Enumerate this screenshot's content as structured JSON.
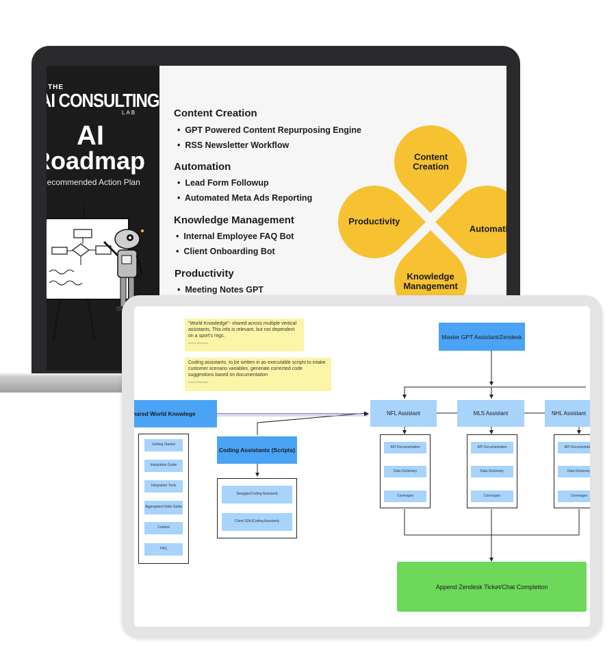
{
  "roadmap_slide": {
    "brand_top": "THE",
    "brand_main": "AI CONSULTING",
    "brand_bottom": "LAB",
    "title_line1": "AI",
    "title_line2": "Roadmap",
    "subtitle": "Recommended Action Plan",
    "sections": [
      {
        "heading": "Content Creation",
        "items": [
          "GPT Powered Content Repurposing Engine",
          "RSS Newsletter Workflow"
        ]
      },
      {
        "heading": "Automation",
        "items": [
          "Lead Form Followup",
          "Automated Meta Ads Reporting"
        ]
      },
      {
        "heading": "Knowledge Management",
        "items": [
          "Internal Employee FAQ Bot",
          "Client Onboarding Bot"
        ]
      },
      {
        "heading": "Productivity",
        "items": [
          "Meeting Notes GPT"
        ]
      }
    ],
    "quadrants": {
      "top_line1": "Content",
      "top_line2": "Creation",
      "left": "Productivity",
      "right": "Automation",
      "bottom_line1": "Knowledge",
      "bottom_line2": "Management"
    },
    "accent_color": "#f6c232"
  },
  "flow_diagram": {
    "note1": "\"World Knowledge\"- shared across multiple vertical assistants. This info is relevant, but not dependent on a sport's regs.",
    "note2": "Coding assistants, to be written in as executable scripts to intake customer scenario variables, generate corrected code suggestions based on documentation",
    "note_author": "Ananya Bhatnagar",
    "master": "Master GPT Assistant/Zendesk",
    "shared": "Shared World Knowlege",
    "shared_items": [
      "Getting Started",
      "Integration Guide",
      "Integration Tools",
      "Aggregated Odds Guide",
      "Content",
      "FAQ"
    ],
    "coding": "Coding Assistants (Scripts)",
    "coding_items": [
      "Swagger(Coding Assistant)",
      "Client SDK(Coding Assistant)"
    ],
    "assistants": [
      "NFL Assistant",
      "MLS Assistant",
      "NHL Assistant"
    ],
    "assistant_items": [
      "API Documentation",
      "Data Dictionary",
      "Coverages"
    ],
    "final": "Append Zendesk Ticket/Chat Completion"
  }
}
